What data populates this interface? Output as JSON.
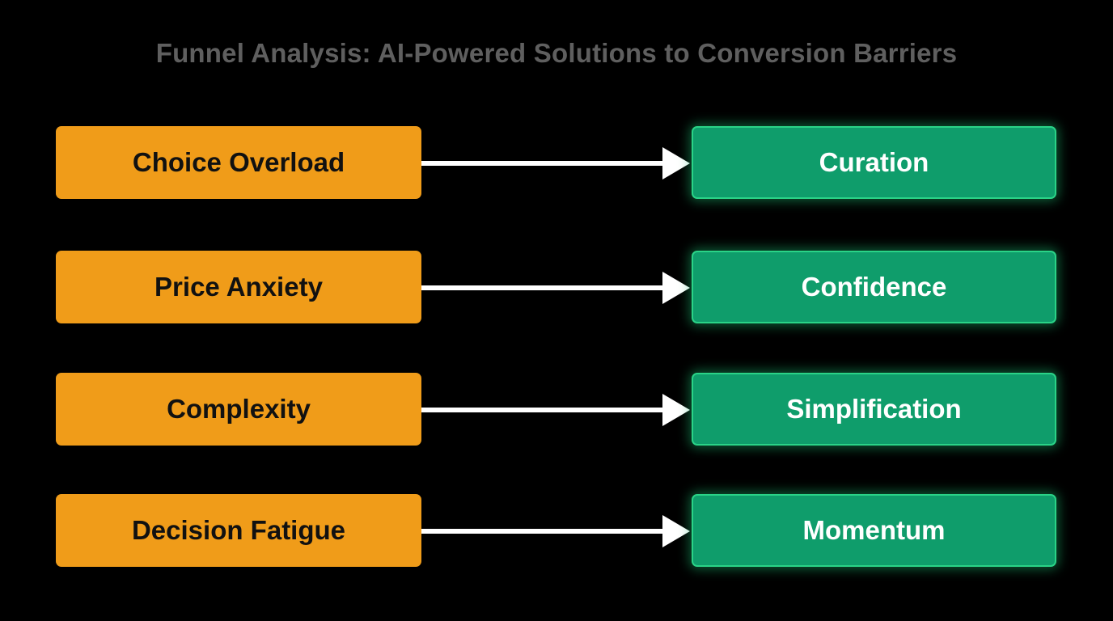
{
  "title": "Funnel Analysis: AI-Powered Solutions to Conversion Barriers",
  "colors": {
    "background": "#000000",
    "title": "#5f5f5f",
    "barrier_fill": "#f09c19",
    "solution_fill": "#0f9d6b",
    "solution_glow": "#2ad387",
    "arrow": "#ffffff"
  },
  "rows": [
    {
      "barrier": "Choice Overload",
      "solution": "Curation"
    },
    {
      "barrier": "Price Anxiety",
      "solution": "Confidence"
    },
    {
      "barrier": "Complexity",
      "solution": "Simplification"
    },
    {
      "barrier": "Decision Fatigue",
      "solution": "Momentum"
    }
  ]
}
